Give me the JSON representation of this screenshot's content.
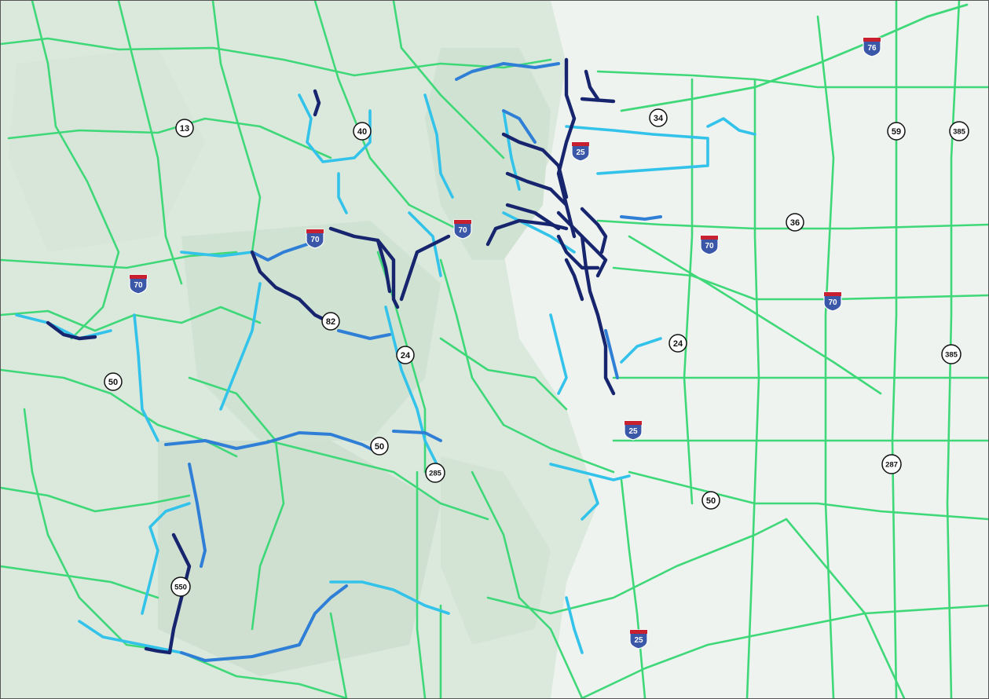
{
  "colors": {
    "background": "#eef3ef",
    "terrain": "#d3e4d4",
    "terrain_dark": "#bcd6bf",
    "road_base": "#3fd879",
    "road_light": "#33c3ea",
    "road_medium": "#2f7fd6",
    "road_dark": "#17246e",
    "interstate_blue": "#3b57a8",
    "interstate_red": "#c8202f"
  },
  "shields": {
    "us_13": "13",
    "us_40": "40",
    "us_34": "34",
    "us_59": "59",
    "us_385_north": "385",
    "us_36": "36",
    "us_82": "82",
    "us_24_central": "24",
    "us_24_east": "24",
    "us_385_south": "385",
    "us_50_west": "50",
    "us_50_central": "50",
    "us_285": "285",
    "us_287": "287",
    "us_50_east": "50",
    "us_550": "550",
    "i_76": "76",
    "i_25_north": "25",
    "i_70_west": "70",
    "i_70_mountain": "70",
    "i_70_far_west": "70",
    "i_70_east": "70",
    "i_70_far_east": "70",
    "i_25_south": "25",
    "i_25_far_south": "25"
  }
}
